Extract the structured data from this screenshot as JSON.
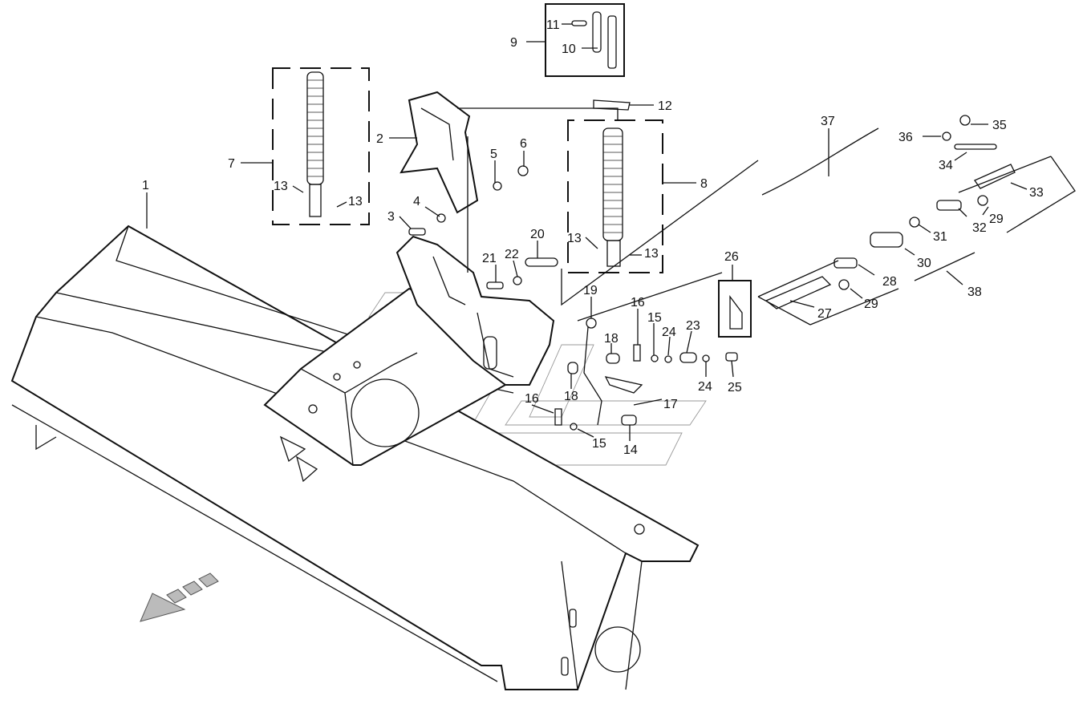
{
  "labels": {
    "l1": "1",
    "l2": "2",
    "l3": "3",
    "l4": "4",
    "l5": "5",
    "l6": "6",
    "l7": "7",
    "l8": "8",
    "l9": "9",
    "l10": "10",
    "l11": "11",
    "l12": "12",
    "l13a": "13",
    "l13b": "13",
    "l13c": "13",
    "l13d": "13",
    "l14": "14",
    "l15a": "15",
    "l15b": "15",
    "l16a": "16",
    "l16b": "16",
    "l17": "17",
    "l18a": "18",
    "l18b": "18",
    "l19": "19",
    "l20": "20",
    "l21": "21",
    "l22": "22",
    "l23": "23",
    "l24a": "24",
    "l24b": "24",
    "l25": "25",
    "l26": "26",
    "l27": "27",
    "l28": "28",
    "l29a": "29",
    "l29b": "29",
    "l30": "30",
    "l31": "31",
    "l32": "32",
    "l33": "33",
    "l34": "34",
    "l35": "35",
    "l36": "36",
    "l37": "37",
    "l38": "38"
  },
  "colors": {
    "line": "#111111",
    "watermark": "#999999",
    "arrow_fill": "#bbbbbb"
  }
}
